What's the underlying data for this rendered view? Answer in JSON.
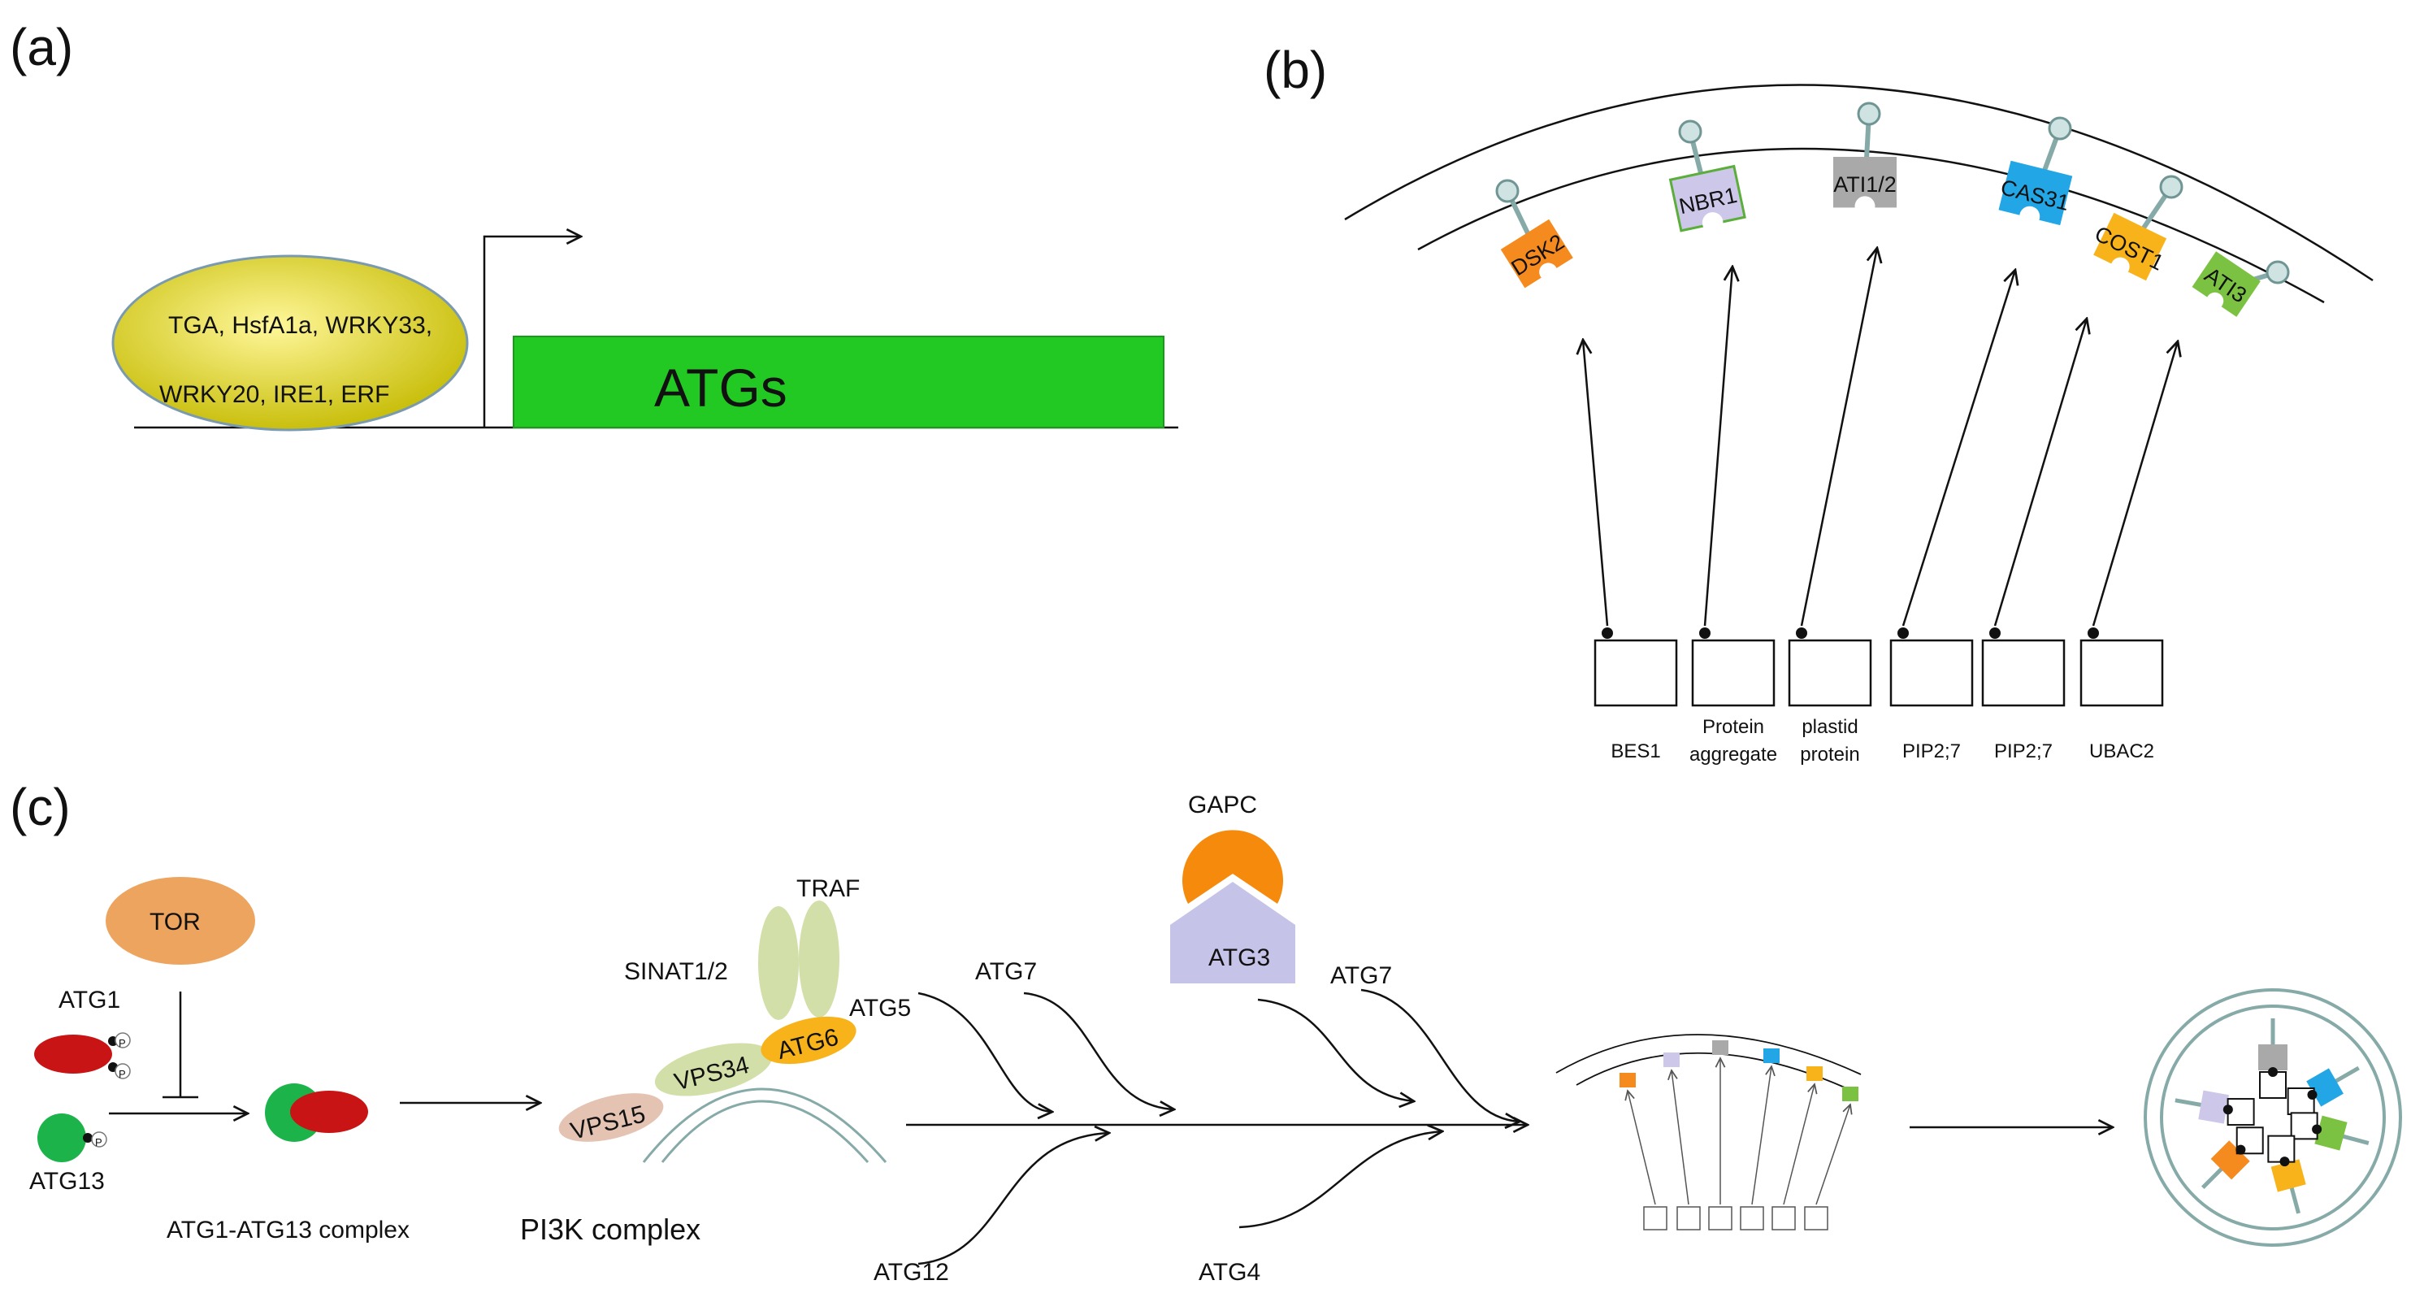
{
  "panels": {
    "a": "(a)",
    "b": "(b)",
    "c": "(c)"
  },
  "panel_a": {
    "tf_line1": "TGA, HsfA1a, WRKY33,",
    "tf_line2": "WRKY20,  IRE1, ERF",
    "gene_label": "ATGs",
    "colors": {
      "ellipse": "#d4cc12",
      "gene_box": "#22c922"
    }
  },
  "panel_b": {
    "receptors": [
      {
        "name": "DSK2",
        "color": "#f58b1f"
      },
      {
        "name": "NBR1",
        "color": "#cdc8ea"
      },
      {
        "name": "ATI1/2",
        "color": "#a9a9a9"
      },
      {
        "name": "CAS31",
        "color": "#22a6e6"
      },
      {
        "name": "COST1",
        "color": "#f7b319"
      },
      {
        "name": "ATI3",
        "color": "#7cc242"
      }
    ],
    "substrates": [
      {
        "line1": "BES1",
        "line2": ""
      },
      {
        "line1": "Protein",
        "line2": "aggregate"
      },
      {
        "line1": "plastid",
        "line2": "protein"
      },
      {
        "line1": "PIP2;7",
        "line2": ""
      },
      {
        "line1": "PIP2;7",
        "line2": ""
      },
      {
        "line1": "UBAC2",
        "line2": ""
      }
    ]
  },
  "panel_c": {
    "tor": "TOR",
    "atg1": "ATG1",
    "atg13": "ATG13",
    "p": "P",
    "complex1": "ATG1-ATG13 complex",
    "traf": "TRAF",
    "sinat": "SINAT1/2",
    "atg5": "ATG5",
    "vps34": "VPS34",
    "atg6": "ATG6",
    "vps15": "VPS15",
    "pi3k": "PI3K complex",
    "atg7a": "ATG7",
    "atg7b": "ATG7",
    "gapc": "GAPC",
    "atg3": "ATG3",
    "atg12": "ATG12",
    "atg4": "ATG4",
    "colors": {
      "tor": "#eda45e",
      "atg1": "#c81414",
      "atg13": "#1bb34a",
      "gapc": "#f58a0c",
      "atg3": "#c6c3e8",
      "membrane": "#86aaa8"
    }
  }
}
